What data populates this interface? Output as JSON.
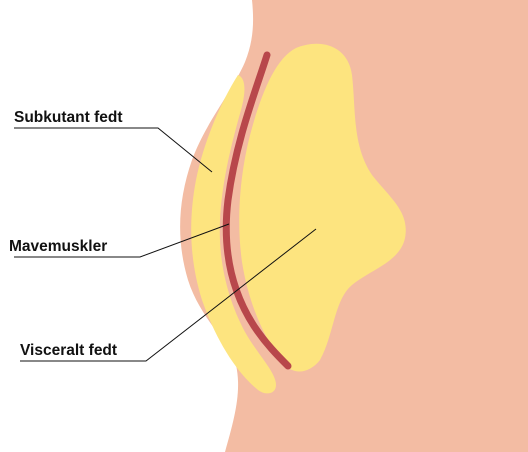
{
  "labels": {
    "subcutaneous_fat": "Subkutant fedt",
    "abdominal_muscles": "Mavemuskler",
    "visceral_fat": "Visceralt fedt"
  },
  "colors": {
    "skin": "#f3bca3",
    "fat": "#fde47f",
    "muscle": "#b8474b",
    "text": "#111111",
    "background": "#ffffff"
  }
}
